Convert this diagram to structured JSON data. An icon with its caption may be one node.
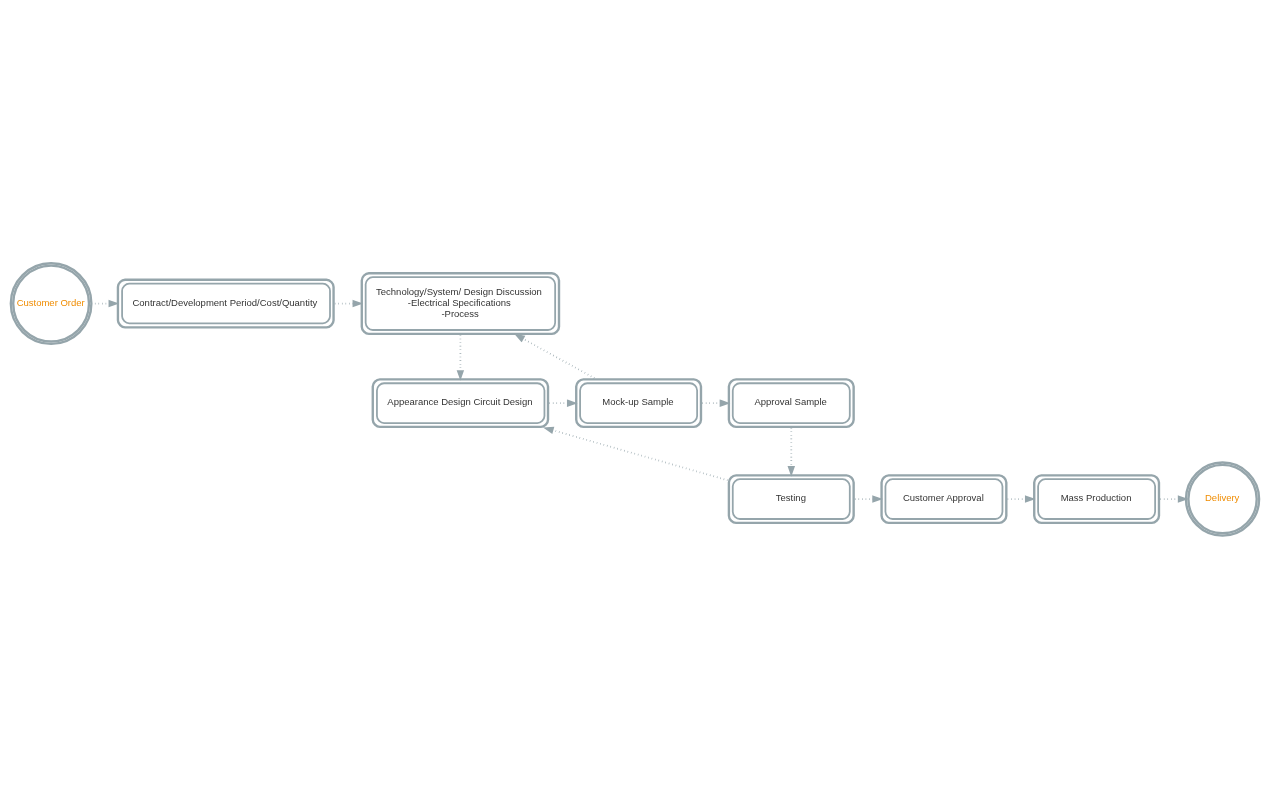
{
  "diagram": {
    "nodes": [
      {
        "text": [
          "Customer Order"
        ]
      },
      {
        "text": [
          "Contract/Development Period/Cost/Quantity"
        ]
      },
      {
        "text": [
          "Technology/System/ Design Discussion",
          "-Electrical Specifications",
          "-Process"
        ]
      },
      {
        "text": [
          "Appearance Design Circuit Design"
        ]
      },
      {
        "text": [
          "Mock-up Sample"
        ]
      },
      {
        "text": [
          "Approval Sample"
        ]
      },
      {
        "text": [
          "Testing"
        ]
      },
      {
        "text": [
          "Customer Approval"
        ]
      },
      {
        "text": [
          "Mass Production"
        ]
      },
      {
        "text": [
          "Delivery"
        ]
      }
    ],
    "edges": [
      {
        "from": 0,
        "to": 1,
        "arrow": "to"
      },
      {
        "from": 1,
        "to": 2,
        "arrow": "to"
      },
      {
        "from": 2,
        "to": 3,
        "arrow": "to"
      },
      {
        "from": 3,
        "to": 4,
        "arrow": "to"
      },
      {
        "from": 4,
        "to": 2,
        "arrow": "to"
      },
      {
        "from": 4,
        "to": 5,
        "arrow": "to"
      },
      {
        "from": 5,
        "to": 6,
        "arrow": "to"
      },
      {
        "from": 6,
        "to": 3,
        "arrow": "to"
      },
      {
        "from": 6,
        "to": 7,
        "arrow": "to"
      },
      {
        "from": 7,
        "to": 8,
        "arrow": "to"
      },
      {
        "from": 8,
        "to": 9,
        "arrow": "to"
      }
    ]
  }
}
